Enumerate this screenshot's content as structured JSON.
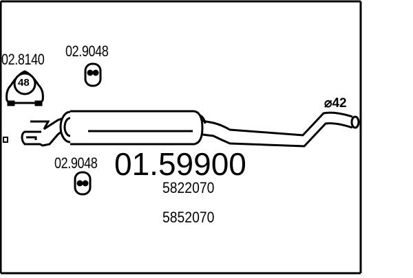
{
  "diagram": {
    "type": "exhaust-part-drawing",
    "main_part_number": "01.59900",
    "oe_numbers": [
      "5822070",
      "5852070"
    ],
    "pipe_diameter": "⌀42",
    "accessories": [
      {
        "part_number": "02.8140",
        "icon": "clamp-icon",
        "icon_label": "48"
      },
      {
        "part_number": "02.9048",
        "icon": "rubber-hanger-icon",
        "position": "top"
      },
      {
        "part_number": "02.9048",
        "icon": "rubber-hanger-icon",
        "position": "bottom"
      }
    ],
    "colors": {
      "line": "#000000",
      "background": "#ffffff"
    }
  }
}
